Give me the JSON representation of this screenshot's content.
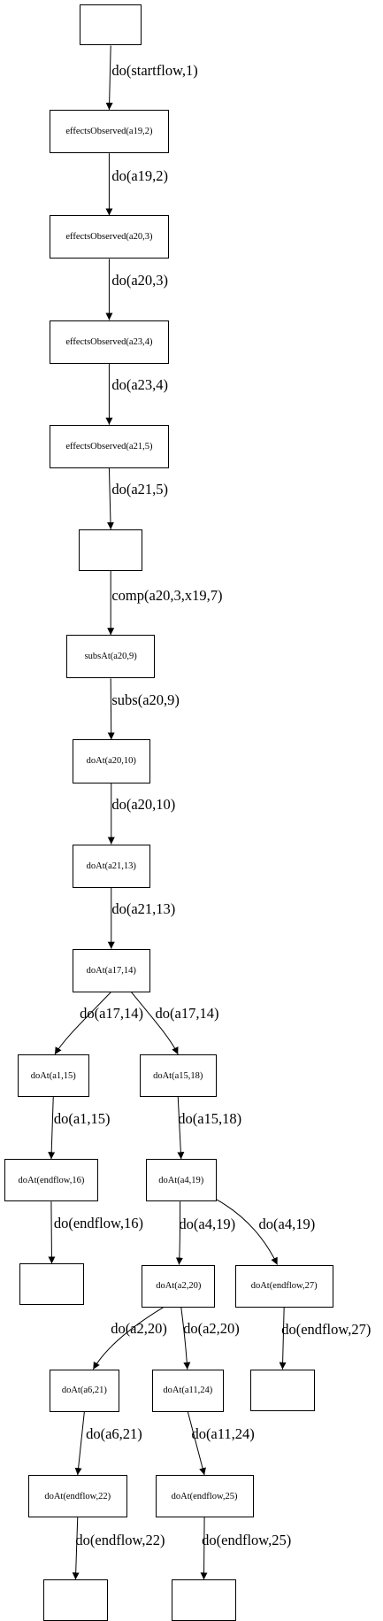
{
  "nodes": [
    {
      "id": "n0",
      "label": ""
    },
    {
      "id": "n1",
      "label": "effectsObserved(a19,2)"
    },
    {
      "id": "n2",
      "label": "effectsObserved(a20,3)"
    },
    {
      "id": "n3",
      "label": "effectsObserved(a23,4)"
    },
    {
      "id": "n4",
      "label": "effectsObserved(a21,5)"
    },
    {
      "id": "n5",
      "label": ""
    },
    {
      "id": "n6",
      "label": "subsAt(a20,9)"
    },
    {
      "id": "n7",
      "label": "doAt(a20,10)"
    },
    {
      "id": "n8",
      "label": "doAt(a21,13)"
    },
    {
      "id": "n9",
      "label": "doAt(a17,14)"
    },
    {
      "id": "n10",
      "label": "doAt(a1,15)"
    },
    {
      "id": "n11",
      "label": "doAt(a15,18)"
    },
    {
      "id": "n12",
      "label": "doAt(endflow,16)"
    },
    {
      "id": "n13",
      "label": "doAt(a4,19)"
    },
    {
      "id": "n14",
      "label": ""
    },
    {
      "id": "n15",
      "label": "doAt(a2,20)"
    },
    {
      "id": "n16",
      "label": "doAt(endflow,27)"
    },
    {
      "id": "n17",
      "label": "doAt(a6,21)"
    },
    {
      "id": "n18",
      "label": "doAt(a11,24)"
    },
    {
      "id": "n19",
      "label": ""
    },
    {
      "id": "n20",
      "label": "doAt(endflow,22)"
    },
    {
      "id": "n21",
      "label": "doAt(endflow,25)"
    },
    {
      "id": "n22",
      "label": ""
    },
    {
      "id": "n23",
      "label": ""
    }
  ],
  "edges": [
    {
      "from": "n0",
      "to": "n1",
      "label": "do(startflow,1)"
    },
    {
      "from": "n1",
      "to": "n2",
      "label": "do(a19,2)"
    },
    {
      "from": "n2",
      "to": "n3",
      "label": "do(a20,3)"
    },
    {
      "from": "n3",
      "to": "n4",
      "label": "do(a23,4)"
    },
    {
      "from": "n4",
      "to": "n5",
      "label": "do(a21,5)"
    },
    {
      "from": "n5",
      "to": "n6",
      "label": "comp(a20,3,x19,7)"
    },
    {
      "from": "n6",
      "to": "n7",
      "label": "subs(a20,9)"
    },
    {
      "from": "n7",
      "to": "n8",
      "label": "do(a20,10)"
    },
    {
      "from": "n8",
      "to": "n9",
      "label": "do(a21,13)"
    },
    {
      "from": "n9",
      "to": "n10",
      "label": "do(a17,14)"
    },
    {
      "from": "n9",
      "to": "n11",
      "label": "do(a17,14)"
    },
    {
      "from": "n10",
      "to": "n12",
      "label": "do(a1,15)"
    },
    {
      "from": "n11",
      "to": "n13",
      "label": "do(a15,18)"
    },
    {
      "from": "n12",
      "to": "n14",
      "label": "do(endflow,16)"
    },
    {
      "from": "n13",
      "to": "n15",
      "label": "do(a4,19)"
    },
    {
      "from": "n13",
      "to": "n16",
      "label": "do(a4,19)"
    },
    {
      "from": "n15",
      "to": "n17",
      "label": "do(a2,20)"
    },
    {
      "from": "n15",
      "to": "n18",
      "label": "do(a2,20)"
    },
    {
      "from": "n16",
      "to": "n19",
      "label": "do(endflow,27)"
    },
    {
      "from": "n17",
      "to": "n20",
      "label": "do(a6,21)"
    },
    {
      "from": "n18",
      "to": "n21",
      "label": "do(a11,24)"
    },
    {
      "from": "n20",
      "to": "n22",
      "label": "do(endflow,22)"
    },
    {
      "from": "n21",
      "to": "n23",
      "label": "do(endflow,25)"
    }
  ]
}
